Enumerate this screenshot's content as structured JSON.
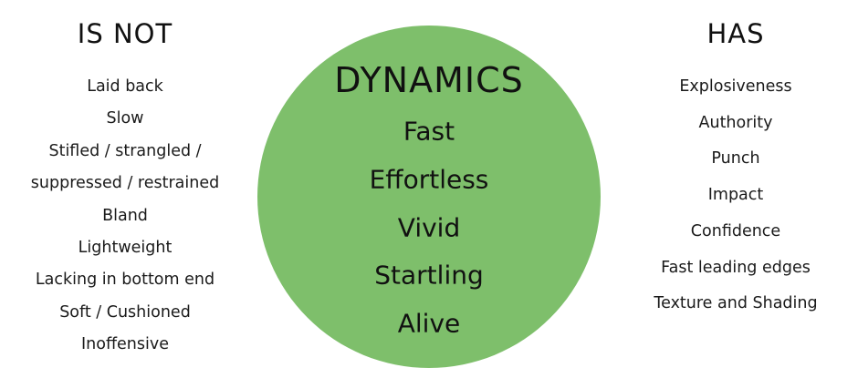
{
  "left": {
    "heading": "IS NOT",
    "items": [
      "Laid back",
      "Slow",
      "Stifled / strangled /",
      "suppressed / restrained",
      "Bland",
      "Lightweight",
      "Lacking in bottom end",
      "Soft / Cushioned",
      "Inoffensive"
    ]
  },
  "center": {
    "title": "DYNAMICS",
    "items": [
      "Fast",
      "Effortless",
      "Vivid",
      "Startling",
      "Alive"
    ],
    "color": "#7ebf6b"
  },
  "right": {
    "heading": "HAS",
    "items": [
      "Explosiveness",
      "Authority",
      "Punch",
      "Impact",
      "Confidence",
      "Fast leading edges",
      "Texture and Shading"
    ]
  }
}
